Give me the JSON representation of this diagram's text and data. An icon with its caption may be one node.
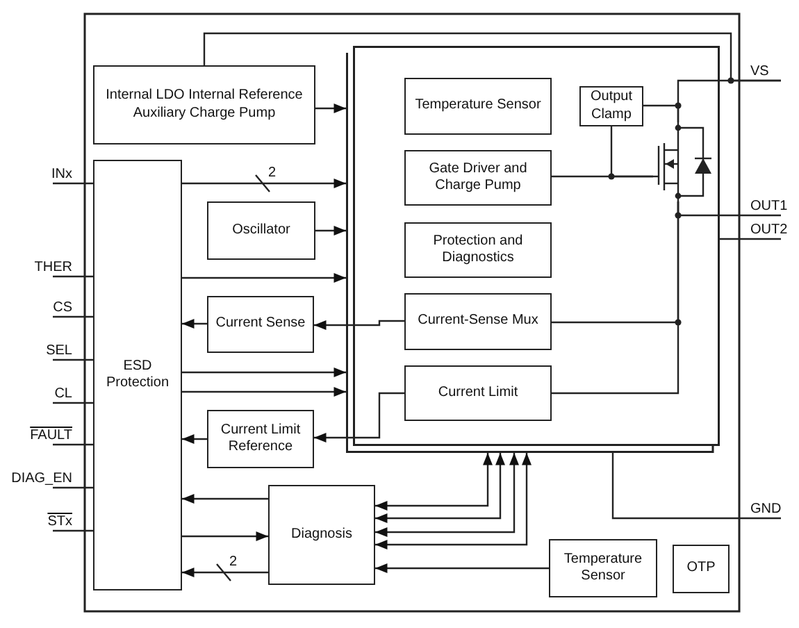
{
  "diagram": {
    "nodes": [
      {
        "text": [
          "Internal LDO Internal Reference Auxiliary Charge Pump"
        ]
      },
      {
        "text": [],
        "shape": "box"
      },
      {
        "text": [
          "Temperature Sensor"
        ],
        "in": 1
      },
      {
        "text": [
          "Output Clamp"
        ],
        "in": 1
      },
      {
        "text": [
          "Gate Driver and Charge Pump"
        ],
        "in": 1
      },
      {
        "text": [],
        "shape": "transistor",
        "in": 1
      },
      {
        "text": [
          "Protection and Diagnostics"
        ],
        "in": 1
      },
      {
        "text": [
          "Current-Sense Mux"
        ],
        "in": 1
      },
      {
        "text": [
          "Current Limit"
        ],
        "in": 1
      },
      {
        "text": [
          "ESD Protection"
        ]
      },
      {
        "text": [
          "Oscillator"
        ]
      },
      {
        "text": [
          "Current Sense"
        ]
      },
      {
        "text": [
          "Current Limit Reference"
        ]
      },
      {
        "text": [
          "Diagnosis"
        ]
      },
      {
        "text": [
          "Temperature Sensor"
        ]
      },
      {
        "text": [
          "OTP"
        ]
      },
      {
        "text": [
          "INx"
        ]
      },
      {
        "text": [
          "THER"
        ]
      },
      {
        "text": [
          "CS"
        ]
      },
      {
        "text": [
          "SEL"
        ]
      },
      {
        "text": [
          "CL"
        ]
      },
      {
        "text": [
          "FAULT"
        ]
      },
      {
        "text": [
          "DIAG_EN"
        ]
      },
      {
        "text": [
          "STx"
        ]
      },
      {
        "text": [
          "VS"
        ]
      },
      {
        "text": [
          "OUT1"
        ]
      },
      {
        "text": [
          "OUT2"
        ]
      },
      {
        "text": [
          "GND"
        ]
      }
    ],
    "edges": [
      {
        "from": 16,
        "to": 9,
        "arrow": "none"
      },
      {
        "from": 17,
        "to": 9,
        "arrow": "none"
      },
      {
        "from": 18,
        "to": 9,
        "arrow": "none"
      },
      {
        "from": 19,
        "to": 9,
        "arrow": "none"
      },
      {
        "from": 20,
        "to": 9,
        "arrow": "none"
      },
      {
        "from": 21,
        "to": 9,
        "arrow": "none"
      },
      {
        "from": 22,
        "to": 9,
        "arrow": "none"
      },
      {
        "from": 23,
        "to": 9,
        "arrow": "none"
      },
      {
        "from": 0,
        "to": 1,
        "arrow": "to"
      },
      {
        "from": 9,
        "to": 1,
        "arrow": "to",
        "label": "2"
      },
      {
        "from": 10,
        "to": 1,
        "arrow": "to"
      },
      {
        "from": 9,
        "to": 1,
        "arrow": "to"
      },
      {
        "from": 7,
        "to": 11,
        "arrow": "to"
      },
      {
        "from": 11,
        "to": 9,
        "arrow": "to"
      },
      {
        "from": 9,
        "to": 1,
        "arrow": "to"
      },
      {
        "from": 9,
        "to": 1,
        "arrow": "to"
      },
      {
        "from": 8,
        "to": 12,
        "arrow": "to"
      },
      {
        "from": 12,
        "to": 9,
        "arrow": "to"
      },
      {
        "from": 13,
        "to": 9,
        "arrow": "to"
      },
      {
        "from": 9,
        "to": 13,
        "arrow": "to"
      },
      {
        "from": 13,
        "to": 9,
        "arrow": "to",
        "label": "2"
      },
      {
        "from": 13,
        "to": 1,
        "arrow": "both"
      },
      {
        "from": 13,
        "to": 1,
        "arrow": "both"
      },
      {
        "from": 13,
        "to": 1,
        "arrow": "both"
      },
      {
        "from": 13,
        "to": 1,
        "arrow": "both"
      },
      {
        "from": 14,
        "to": 13,
        "arrow": "to"
      },
      {
        "from": 0,
        "to": 24,
        "arrow": "none"
      },
      {
        "from": 5,
        "to": 24,
        "arrow": "none"
      },
      {
        "from": 3,
        "to": 5,
        "arrow": "none"
      },
      {
        "from": 3,
        "to": 5,
        "arrow": "none"
      },
      {
        "from": 4,
        "to": 5,
        "arrow": "none"
      },
      {
        "from": 5,
        "to": 25,
        "arrow": "none"
      },
      {
        "from": 7,
        "to": 5,
        "arrow": "none"
      },
      {
        "from": 8,
        "to": 5,
        "arrow": "none"
      },
      {
        "from": 1,
        "to": 26,
        "arrow": "none"
      },
      {
        "from": 1,
        "to": 27,
        "arrow": "none"
      }
    ]
  }
}
